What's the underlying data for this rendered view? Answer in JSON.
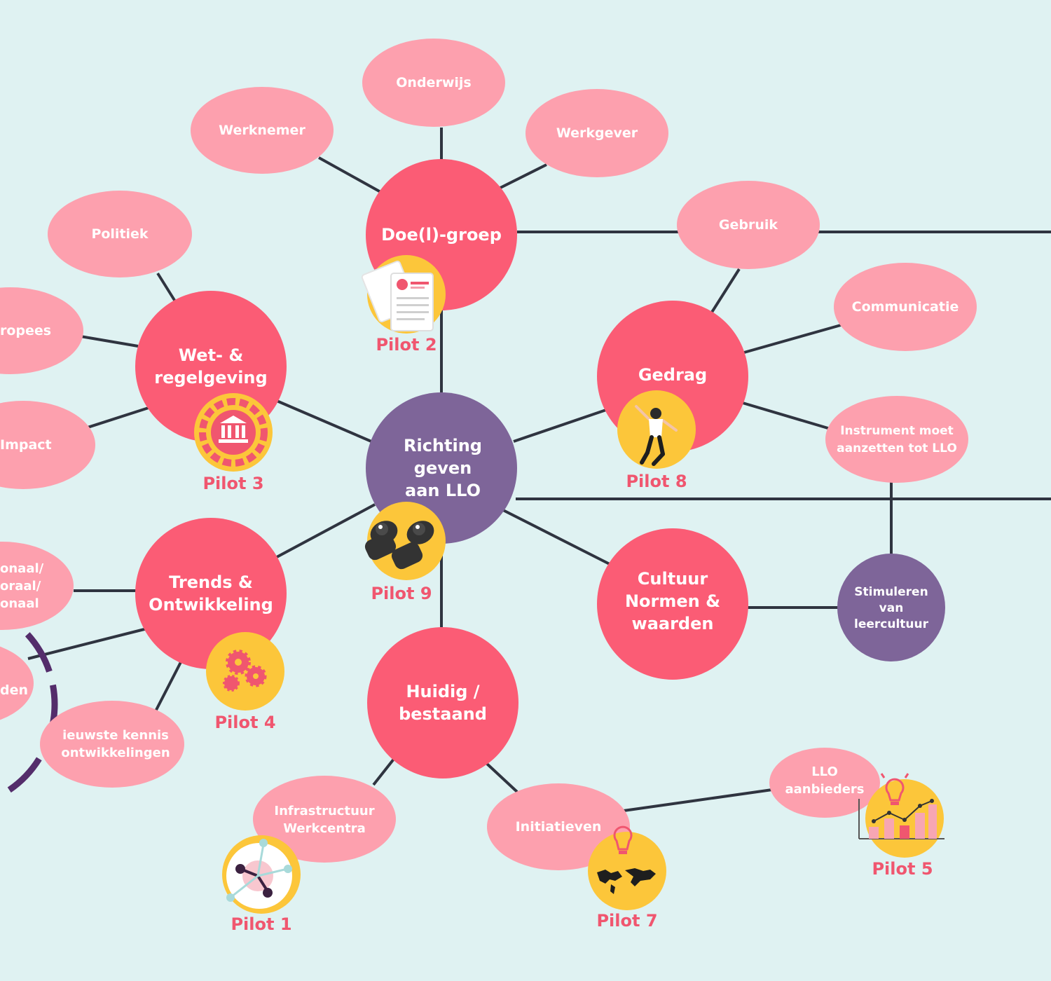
{
  "colors": {
    "background": "#dff2f2",
    "oval": "#fda0ae",
    "main": "#fb5c75",
    "center": "#7e6599",
    "connector": "#2f3440",
    "badge": "#fcc63a",
    "pilot_text": "#f0566f",
    "ring": "#542d6b"
  },
  "center": {
    "lines": [
      "Richting",
      "geven",
      "aan LLO"
    ]
  },
  "main_nodes": {
    "doelgroep": {
      "lines": [
        "Doe(l)-groep"
      ]
    },
    "wet": {
      "lines": [
        "Wet- &",
        "regelgeving"
      ]
    },
    "gedrag": {
      "lines": [
        "Gedrag"
      ]
    },
    "trends": {
      "lines": [
        "Trends &",
        "Ontwikkeling"
      ]
    },
    "cultuur": {
      "lines": [
        "Cultuur",
        "Normen &",
        "waarden"
      ]
    },
    "huidig": {
      "lines": [
        "Huidig /",
        "bestaand"
      ]
    },
    "stimuleren": {
      "lines": [
        "Stimuleren",
        "van",
        "leercultuur"
      ]
    }
  },
  "ovals": {
    "onderwijs": {
      "lines": [
        "Onderwijs"
      ]
    },
    "werknemer": {
      "lines": [
        "Werknemer"
      ]
    },
    "werkgever": {
      "lines": [
        "Werkgever"
      ]
    },
    "politiek": {
      "lines": [
        "Politiek"
      ]
    },
    "europees": {
      "lines": [
        "ropees"
      ]
    },
    "impact": {
      "lines": [
        "Impact"
      ]
    },
    "gebruik": {
      "lines": [
        "Gebruik"
      ]
    },
    "communicatie": {
      "lines": [
        "Communicatie"
      ]
    },
    "instrument": {
      "lines": [
        "Instrument moet",
        "aanzetten tot LLO"
      ]
    },
    "nationaal": {
      "lines": [
        "onaal/",
        "oraal/",
        "onaal"
      ]
    },
    "den": {
      "lines": [
        "den"
      ]
    },
    "nieuwste": {
      "lines": [
        "ieuwste kennis",
        "ontwikkelingen"
      ]
    },
    "infrastructuur": {
      "lines": [
        "Infrastructuur",
        "Werkcentra"
      ]
    },
    "initiatieven": {
      "lines": [
        "Initiatieven"
      ]
    },
    "aanbieders": {
      "lines": [
        "LLO",
        "aanbieders"
      ]
    }
  },
  "pilots": {
    "p1": {
      "label": "Pilot 1",
      "icon": "network-icon"
    },
    "p2": {
      "label": "Pilot 2",
      "icon": "resume-icon"
    },
    "p3": {
      "label": "Pilot 3",
      "icon": "gear-government-icon"
    },
    "p4": {
      "label": "Pilot 4",
      "icon": "gears-icon"
    },
    "p5": {
      "label": "Pilot 5",
      "icon": "bar-chart-lightbulb-icon"
    },
    "p7": {
      "label": "Pilot 7",
      "icon": "world-map-lightbulb-icon"
    },
    "p8": {
      "label": "Pilot 8",
      "icon": "jumping-person-icon"
    },
    "p9": {
      "label": "Pilot 9",
      "icon": "binoculars-icon"
    }
  }
}
